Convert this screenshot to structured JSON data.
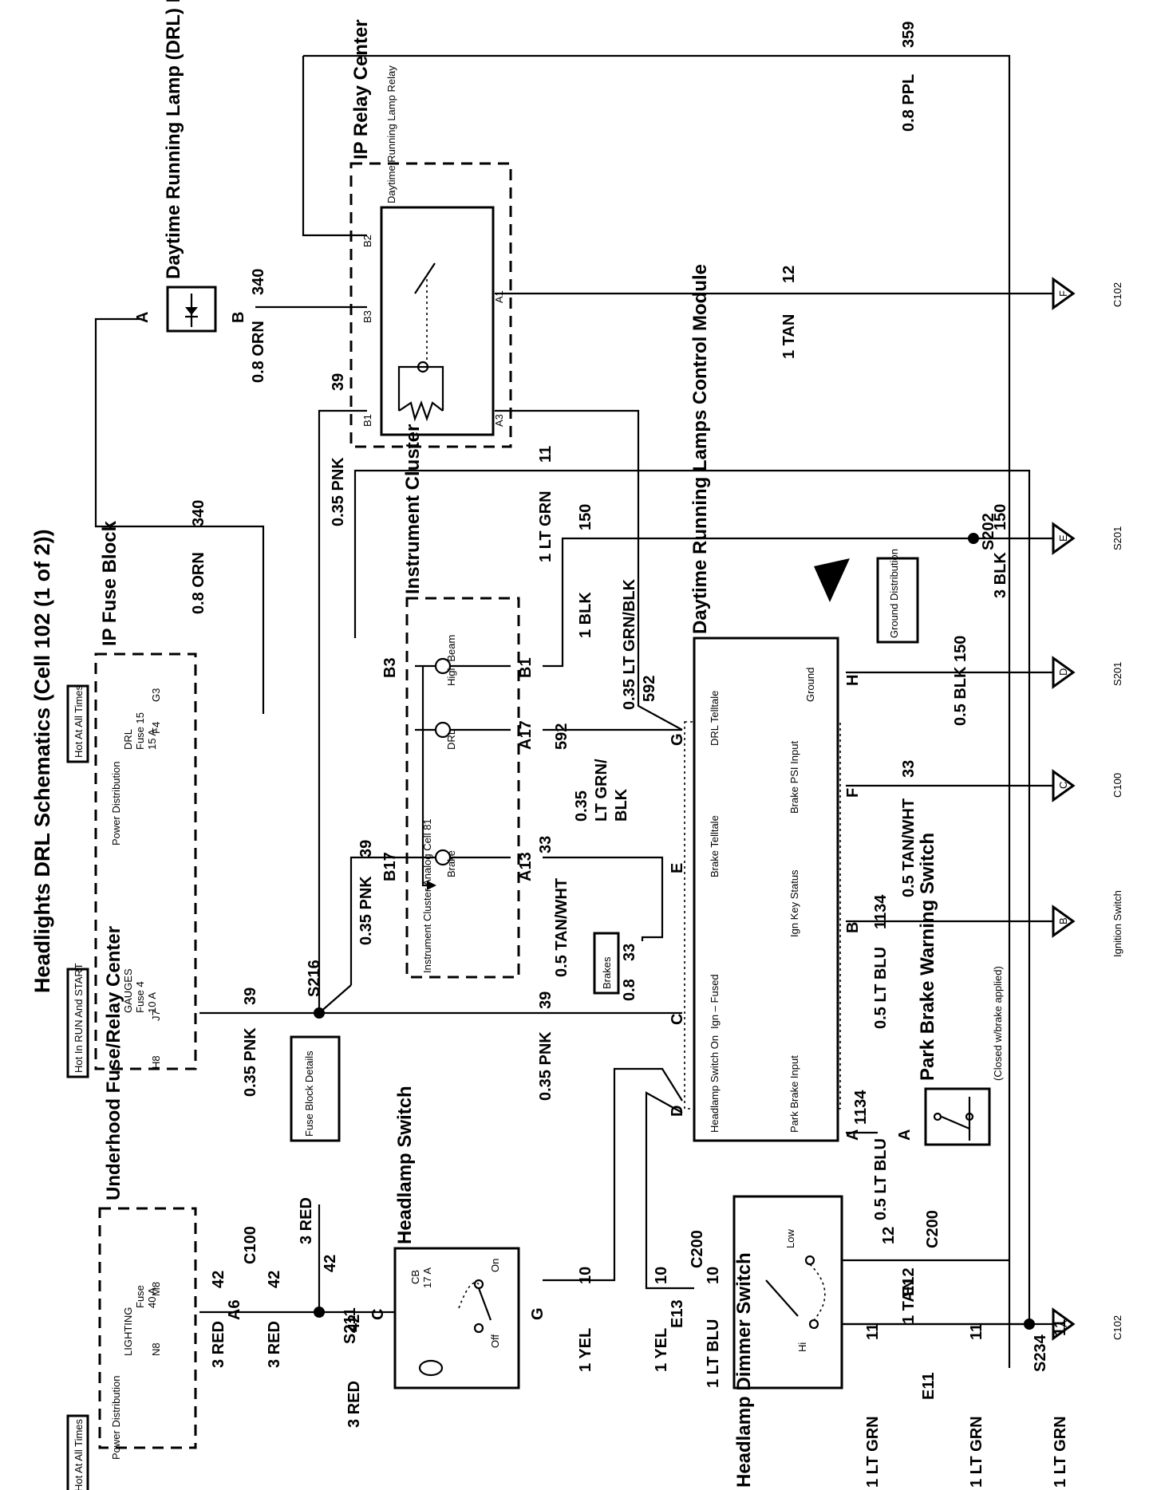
{
  "title": "Headlights DRL Schematics (Cell 102 (1 of 2))",
  "header_boxes": [
    "Hot At All Times",
    "Hot In RUN And START",
    "Hot At All Times"
  ],
  "components": {
    "underhood": "Underhood Fuse/Relay Center",
    "ip_fuse_block": "IP Fuse Block",
    "drl_diode": "Daytime Running Lamp (DRL) Diode Module",
    "ip_relay_center": "IP Relay Center",
    "drl_relay": "Daytime Running Lamp Relay",
    "instrument_cluster": "Instrument Cluster",
    "instrument_cluster_analog": "Instrument Cluster Analog Cell 81",
    "drl_control_module": "Daytime Running Lamps Control Module",
    "headlamp_switch": "Headlamp Switch",
    "dimmer_switch": "Headlamp Dimmer Switch",
    "park_brake_switch": "Park Brake Warning Switch",
    "park_brake_note": "(Closed w/brake applied)",
    "fuse_block_details": "Fuse Block Details",
    "ground_distribution": "Ground Distribution",
    "brakes": "Brakes"
  },
  "fuses": [
    {
      "name": "LIGHTING",
      "fuse": "Fuse",
      "rating": "40 A",
      "top": "N8",
      "bot": "M8"
    },
    {
      "name": "GAUGES",
      "fuse": "Fuse 4",
      "rating": "10 A",
      "top": "H8",
      "bot": "J7"
    },
    {
      "name": "DRL",
      "fuse": "Fuse 15",
      "rating": "15 A",
      "top": "F4",
      "bot": "G3"
    }
  ],
  "distribution": [
    "Power Distribution",
    "Power Distribution"
  ],
  "cluster_lamps": [
    "High Beam",
    "DRL",
    "Brake"
  ],
  "module_pins": [
    "Ground",
    "Brake PSI Input",
    "DRL Telltale",
    "Brake Telltale",
    "Ign Key Status",
    "Ign – Fused",
    "Headlamp Switch On",
    "Park Brake Input"
  ],
  "switch_labels": {
    "cb": "CB",
    "cb_rating": "17 A",
    "on": "On",
    "off": "Off",
    "low": "Low",
    "hi": "Hi"
  },
  "pins": {
    "A": "A",
    "B": "B",
    "C": "C",
    "D": "D",
    "E": "E",
    "F": "F",
    "G": "G",
    "H": "H",
    "B1": "B1",
    "B2": "B2",
    "B3": "B3",
    "A1": "A1",
    "A3": "A3",
    "B17": "B17",
    "A13": "A13",
    "A17": "A17",
    "A6": "A6",
    "E11": "E11",
    "E12": "E12",
    "E13": "E13"
  },
  "connectors": {
    "c100": "C100",
    "c102": "C102",
    "c200": "C200",
    "s201": "S201",
    "s202": "S202",
    "s211": "S211",
    "s216": "S216",
    "s234": "S234"
  },
  "wires": {
    "red3": "3 RED",
    "n42": "42",
    "pnk035": "0.35 PNK",
    "n39": "39",
    "orn08": "0.8 ORN",
    "n340": "340",
    "ppl08": "0.8 PPL",
    "n359": "359",
    "tan1": "1 TAN",
    "n12": "12",
    "ltgrn1": "1 LT GRN",
    "n11": "11",
    "blk1": "1 BLK",
    "n150": "150",
    "blk3": "3 BLK",
    "blk05": "0.5 BLK",
    "ltgrnblk035": "0.35 LT GRN/BLK",
    "n592": "592",
    "ltgrnblk_a": "0.35",
    "ltgrnblk_b": "LT GRN/",
    "ltgrnblk_c": "BLK",
    "tanwht05": "0.5 TAN/WHT",
    "n33": "33",
    "n08": "0.8",
    "ltblu05": "0.5 LT BLU",
    "n1134": "1134",
    "yel1": "1 YEL",
    "n10": "10",
    "ltblu1": "1 LT BLU"
  },
  "destinations": {
    "ignition": "Ignition Switch",
    "A": "A",
    "B": "B",
    "C": "C",
    "D": "D",
    "E": "E",
    "F": "F"
  }
}
